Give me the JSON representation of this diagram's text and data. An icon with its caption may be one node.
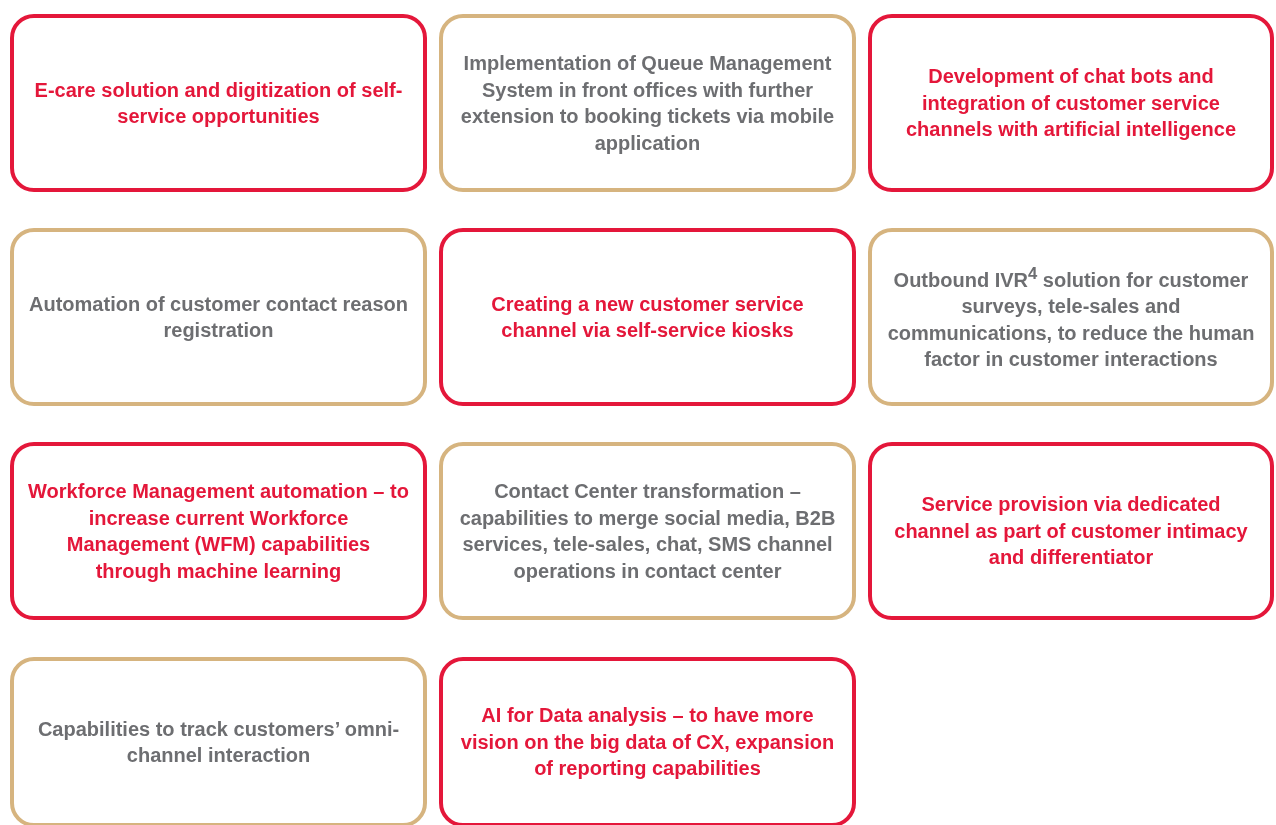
{
  "diagram": {
    "nodes": [
      {
        "text": [
          "E-care solution and digitization of self-service opportunities"
        ]
      },
      {
        "text": [
          "Implementation of Queue Management System in front offices with further extension to booking tickets via mobile application"
        ]
      },
      {
        "text": [
          "Development of chat bots and integration of customer service channels with artificial intelligence"
        ]
      },
      {
        "text": [
          "Automation of customer contact reason registration"
        ]
      },
      {
        "text": [
          "Creating a new customer service channel via self-service kiosks"
        ]
      },
      {
        "text": [
          "Outbound IVR$^{4}$ solution for customer surveys, tele-sales and communications, to reduce the human factor in customer interactions"
        ]
      },
      {
        "text": [
          "Workforce Management automation – to increase current Workforce Management (WFM) capabilities through machine learning"
        ]
      },
      {
        "text": [
          "Contact Center transformation – capabilities to merge social media, B2B services, tele-sales, chat, SMS channel operations in contact center"
        ]
      },
      {
        "text": [
          "Service provision via dedicated channel as part of customer intimacy and differentiator"
        ]
      },
      {
        "text": [
          "Capabilities to track customers’ omni-channel interaction"
        ]
      },
      {
        "text": [
          "AI for Data analysis – to have more vision on the big data of CX, expansion of reporting capabilities"
        ]
      }
    ]
  }
}
